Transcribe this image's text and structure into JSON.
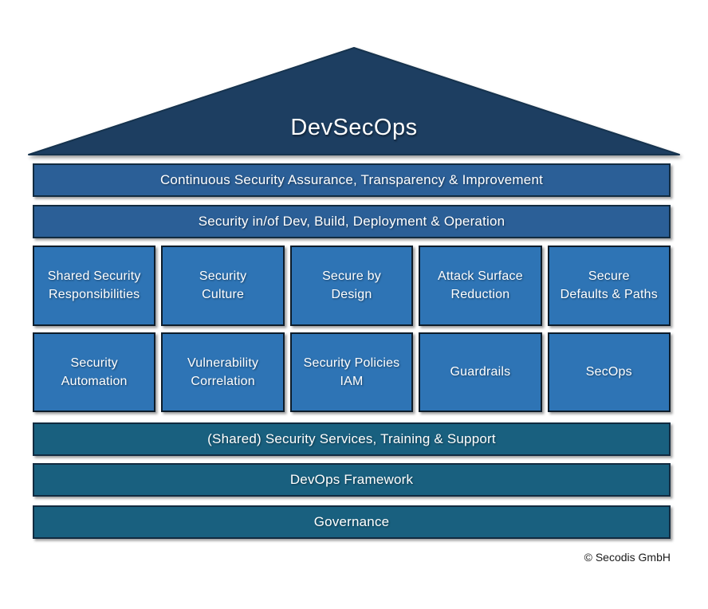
{
  "title": "DevSecOps",
  "colors": {
    "roof": "#1D3E61",
    "roof_border": "#16334E",
    "bar": "#2B5F97",
    "bar_border": "#122B40",
    "box": "#2E74B5",
    "box_border": "#0D1C2A",
    "teal": "#19607F",
    "text": "#FFFFFF",
    "copyright_color": "#1A1A1A"
  },
  "top_bars": [
    {
      "label": "Continuous Security Assurance, Transparency & Improvement"
    },
    {
      "label": "Security in/of Dev, Build, Deployment & Operation"
    }
  ],
  "grid": {
    "rows": [
      {
        "cells": [
          "Shared Security\nResponsibilities",
          "Security\nCulture",
          "Secure by\nDesign",
          "Attack Surface\nReduction",
          "Secure\nDefaults & Paths"
        ]
      },
      {
        "cells": [
          "Security\nAutomation",
          "Vulnerability\nCorrelation",
          "Security Policies\nIAM",
          "Guardrails",
          "SecOps"
        ]
      }
    ]
  },
  "bottom_bars": [
    {
      "label": "(Shared) Security Services, Training & Support"
    },
    {
      "label": "DevOps Framework"
    },
    {
      "label": "Governance"
    }
  ],
  "footer": {
    "copyright": "© Secodis GmbH"
  }
}
